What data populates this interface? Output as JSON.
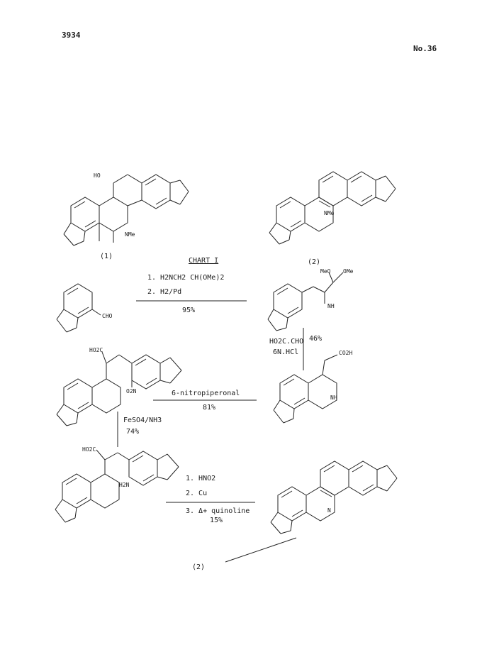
{
  "header": {
    "page_number": "3934",
    "issue": "No.36"
  },
  "chart_title": "CHART I",
  "compounds": {
    "c1_label": "(1)",
    "c2_label": "(2)",
    "c2_final": "(2)"
  },
  "atoms": {
    "ho": "HO",
    "nme1": "NMe",
    "nme2": "NMe",
    "cho": "CHO",
    "meo": "MeO",
    "ome": "OMe",
    "nh1": "NH",
    "co2h": "CO2H",
    "nh2": "NH",
    "ho2c": "HO2C",
    "o2n": "O2N",
    "ho2c2": "HO2C",
    "h2n": "H2N",
    "n_final": "N"
  },
  "steps": {
    "s1_line1": "1.  H2NCH2 CH(OMe)2",
    "s1_line2": "2.  H2/Pd",
    "s1_yield": "95%",
    "s2_reagent1": "HO2C.CHO",
    "s2_reagent2": "6N.HCl",
    "s2_yield": "46%",
    "s3_reagent": "6-nitropiperonal",
    "s3_yield": "81%",
    "s4_reagent": "FeSO4/NH3",
    "s4_yield": "74%",
    "s5_line1": "1.  HNO2",
    "s5_line2": "2.  Cu",
    "s5_line3": "3.  Δ+ quinoline",
    "s5_yield": "15%"
  }
}
